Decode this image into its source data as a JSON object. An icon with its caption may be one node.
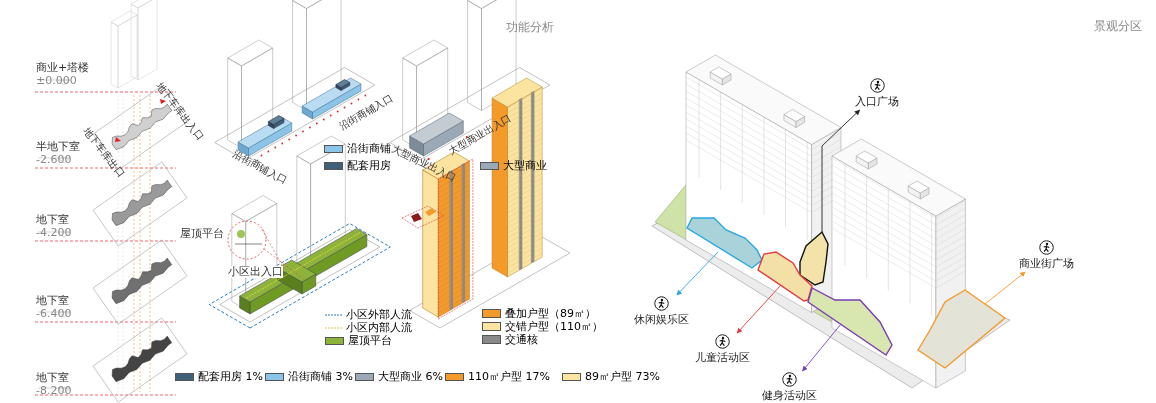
{
  "diagram": {
    "nodes": [
      {
        "text": [
          "入口广场"
        ]
      },
      {
        "text": [],
        "shape": "polygon"
      },
      {
        "text": [],
        "shape": "polygon"
      },
      {
        "text": [],
        "shape": "polygon"
      },
      {
        "text": [],
        "shape": "polygon"
      },
      {
        "text": [],
        "shape": "polygon"
      },
      {
        "text": [
          "商业街广场"
        ]
      },
      {
        "text": [
          "休闲娱乐区"
        ]
      },
      {
        "text": [
          "儿童活动区"
        ]
      },
      {
        "text": [
          "健身活动区"
        ]
      }
    ],
    "edges": [
      {
        "from": 1,
        "to": 0,
        "arrow": "to",
        "color": "#222222"
      },
      {
        "from": 2,
        "to": 7,
        "arrow": "to",
        "color": "#2aa7e0"
      },
      {
        "from": 3,
        "to": 8,
        "arrow": "to",
        "color": "#e03a3e"
      },
      {
        "from": 4,
        "to": 9,
        "arrow": "to",
        "color": "#7b3fb3"
      },
      {
        "from": 5,
        "to": 6,
        "arrow": "to",
        "color": "#f39a2b"
      }
    ],
    "labels": [
      "商业+塔楼",
      "±0.000",
      "地下车库出入口",
      "地下车库出口",
      "半地下室",
      "-2.600",
      "地下室",
      "-4.200",
      "地下室",
      "-6.400",
      "地下室",
      "-8.200",
      "沿街商铺入口",
      "沿街商铺入口",
      "功能分析",
      "大型商业出入口",
      "大型商业出入口",
      "屋顶平台",
      "小区出入口",
      "景观分区"
    ],
    "legend": [
      {
        "text": "沿街商铺",
        "color": "#8cc4e8"
      },
      {
        "text": "配套用房",
        "color": "#3f6079"
      },
      {
        "text": "大型商业",
        "color": "#9aa9b5"
      },
      {
        "text": "小区外部人流"
      },
      {
        "text": "小区内部人流"
      },
      {
        "text": "屋顶平台",
        "color": "#8db33a"
      },
      {
        "text": "叠加户型（89㎡）",
        "color": "#f39a2b"
      },
      {
        "text": "交错户型（110㎡）",
        "color": "#fbe3a0"
      },
      {
        "text": "交通核",
        "color": "#8a8a8a"
      },
      {
        "text": "配套用房 1%",
        "color": "#3f6079"
      },
      {
        "text": "沿街商铺 3%",
        "color": "#8cc4e8"
      },
      {
        "text": "大型商业 6%",
        "color": "#9aa9b5"
      },
      {
        "text": "110㎡户型 17%",
        "color": "#f39a2b"
      },
      {
        "text": "89㎡户型 73%",
        "color": "#fbe3a0"
      }
    ]
  }
}
